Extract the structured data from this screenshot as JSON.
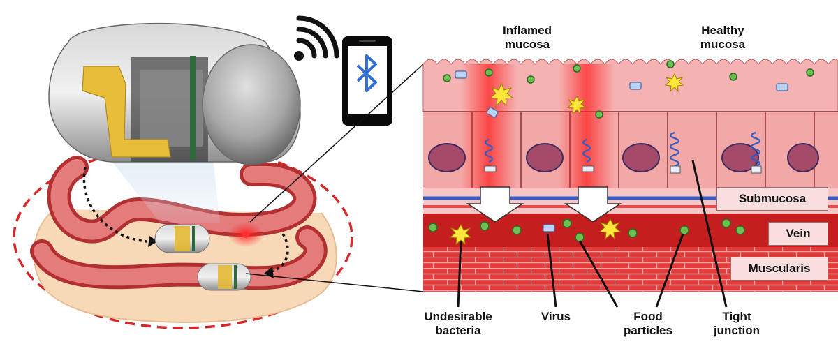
{
  "labels": {
    "inflamed_mucosa": "Inflamed\nmucosa",
    "healthy_mucosa": "Healthy\nmucosa",
    "submucosa": "Submucosa",
    "vein": "Vein",
    "muscularis": "Muscularis",
    "undesirable_bacteria": "Undesirable\nbacteria",
    "virus": "Virus",
    "food_particles": "Food\nparticles",
    "tight_junction": "Tight\njunction"
  },
  "icons": {
    "wireless": "wifi-signal-icon",
    "phone": "smartphone-icon",
    "bluetooth": "bluetooth-icon",
    "capsule": "capsule-device-icon"
  },
  "colors": {
    "tissue_red": "#d92b2b",
    "mucosa_pink": "#f3a8a8",
    "bluetooth_blue": "#2f6fd6",
    "dashed_outline": "#d62828",
    "label_box": "#f8dede"
  }
}
